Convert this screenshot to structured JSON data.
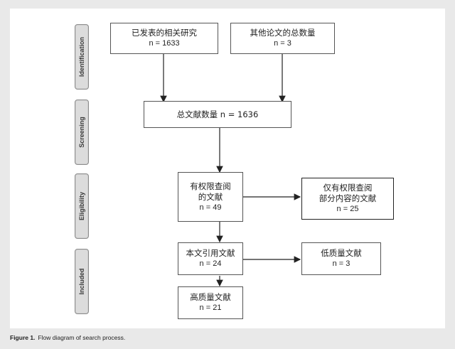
{
  "stages": {
    "identification": "Identification",
    "screening": "Screening",
    "eligibility": "Eligibility",
    "included": "Included"
  },
  "boxes": {
    "published": {
      "line1": "已发表的相关研究",
      "n": "n = 1633"
    },
    "other": {
      "line1": "其他论文的总数量",
      "n": "n = 3"
    },
    "total": {
      "line1": "总文献数量  n = 1636"
    },
    "limited": {
      "line1": "有权限查阅",
      "line2": "的文献",
      "n": "n = 49"
    },
    "partial": {
      "line1": "仅有权限查阅",
      "line2": "部分内容的文献",
      "n": "n = 25"
    },
    "cited": {
      "line1": "本文引用文献",
      "n": "n = 24"
    },
    "lowq": {
      "line1": "低质量文献",
      "n": "n = 3"
    },
    "highq": {
      "line1": "高质量文献",
      "n": "n = 21"
    }
  },
  "caption": {
    "label": "Figure 1.",
    "text": "Flow diagram of search process."
  }
}
